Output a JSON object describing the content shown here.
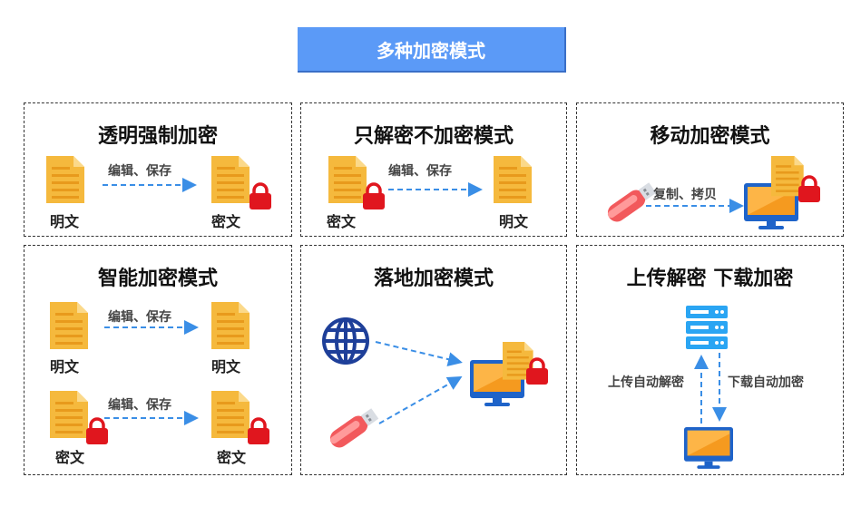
{
  "header": {
    "title": "多种加密模式"
  },
  "colors": {
    "accent": "#5b9af7",
    "doc": "#f5b93d",
    "lock": "#e0161e",
    "arrow": "#3a8ee6"
  },
  "panels": {
    "p1": {
      "title": "透明强制加密",
      "action": "编辑、保存",
      "left_label": "明文",
      "right_label": "密文"
    },
    "p2": {
      "title": "只解密不加密模式",
      "action": "编辑、保存",
      "left_label": "密文",
      "right_label": "明文"
    },
    "p3": {
      "title": "移动加密模式",
      "action": "复制、拷贝"
    },
    "p4": {
      "title": "智能加密模式",
      "action1": "编辑、保存",
      "left1": "明文",
      "right1": "明文",
      "action2": "编辑、保存",
      "left2": "密文",
      "right2": "密文"
    },
    "p5": {
      "title": "落地加密模式"
    },
    "p6": {
      "title": "上传解密 下载加密",
      "up_label": "上传自动解密",
      "down_label": "下载自动加密"
    }
  }
}
